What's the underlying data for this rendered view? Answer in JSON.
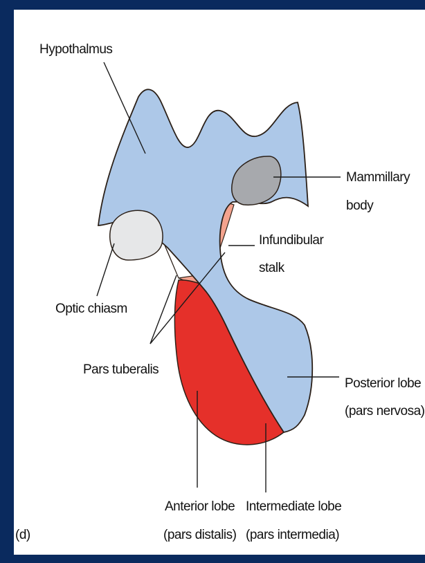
{
  "labels": {
    "hypothalamus": "Hypothalmus",
    "mammillary_body_1": "Mammillary",
    "mammillary_body_2": "body",
    "infundibular_stalk_1": "Infundibular",
    "infundibular_stalk_2": "stalk",
    "optic_chiasm": "Optic chiasm",
    "pars_tuberalis": "Pars tuberalis",
    "posterior_lobe_1": "Posterior lobe",
    "posterior_lobe_2": "(pars nervosa)",
    "anterior_lobe_1": "Anterior lobe",
    "anterior_lobe_2": "(pars distalis)",
    "intermediate_lobe_1": "Intermediate lobe",
    "intermediate_lobe_2": "(pars intermedia)",
    "panel_letter": "(d)"
  },
  "colors": {
    "background": "#0a2a5e",
    "hypothalamus_fill": "#adc8e8",
    "mammillary_fill": "#a7a9ad",
    "chiasm_fill": "#e6e7e8",
    "pars_tuberalis_fill": "#f4a38e",
    "anterior_lobe_fill": "#e5302a",
    "outline": "#2b2018"
  }
}
